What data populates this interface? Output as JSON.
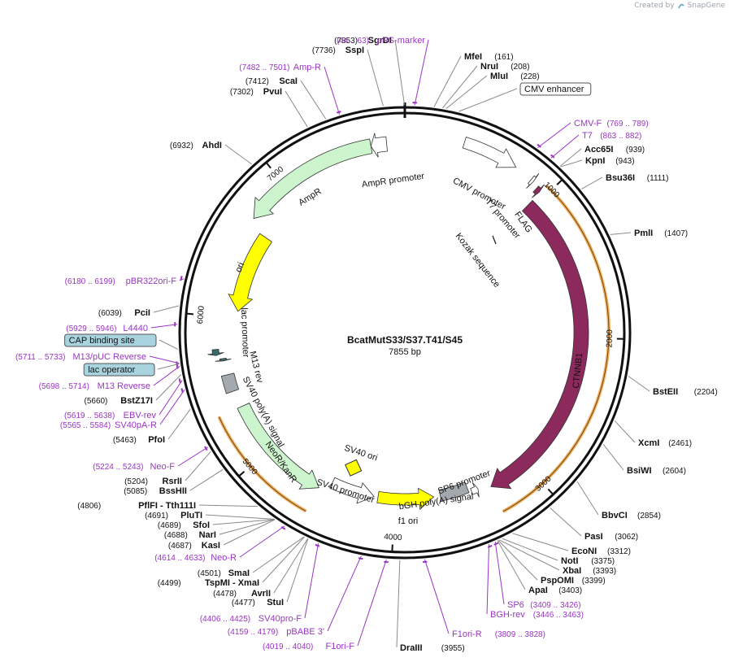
{
  "credit": {
    "created_by": "Created by",
    "brand": "SnapGene",
    "logo_icon": "snapgene-logo-icon"
  },
  "plasmid": {
    "name": "BcatMutS33/S37.T41/S45",
    "size_label": "7855 bp",
    "length": 7855
  },
  "colors": {
    "ring": "#111111",
    "AmpR": "#cdf5cd",
    "ori": "#ffff00",
    "CTNNB1": "#8c2a5e",
    "promoter": "#ffffff",
    "polyA": "#a4a9af",
    "NeoR": "#cdf5cd",
    "orf": "#f0a040",
    "primer": "#9a35c4",
    "box_fill": "#a9d4df"
  },
  "ticks": [
    {
      "pos": 1000,
      "label": "1000"
    },
    {
      "pos": 2000,
      "label": "2000"
    },
    {
      "pos": 3000,
      "label": "3000"
    },
    {
      "pos": 4000,
      "label": "4000"
    },
    {
      "pos": 5000,
      "label": "5000"
    },
    {
      "pos": 6000,
      "label": "6000"
    },
    {
      "pos": 7000,
      "label": "7000"
    }
  ],
  "features": [
    {
      "name": "AmpR",
      "start": 6700,
      "end": 7630,
      "dir": -1,
      "type": "cds",
      "color": "#cdf5cd",
      "label": "AmpR"
    },
    {
      "name": "AmpR promoter",
      "start": 7630,
      "end": 7735,
      "dir": -1,
      "type": "promoter",
      "label": "AmpR promoter"
    },
    {
      "name": "ori",
      "start": 6050,
      "end": 6640,
      "dir": -1,
      "type": "ori",
      "color": "#ffff00",
      "label": "ori"
    },
    {
      "name": "CMV promoter",
      "start": 380,
      "end": 740,
      "dir": 1,
      "type": "promoter",
      "label": "CMV promoter"
    },
    {
      "name": "T7 promoter",
      "start": 863,
      "end": 882,
      "dir": 1,
      "type": "promoter",
      "label": "T7 promoter"
    },
    {
      "name": "FLAG",
      "start": 925,
      "end": 955,
      "dir": 1,
      "type": "tag",
      "color": "#8c2a5e",
      "label": "FLAG"
    },
    {
      "name": "CTNNB1",
      "start": 960,
      "end": 3290,
      "dir": 1,
      "type": "cds",
      "color": "#8c2a5e",
      "label": "CTNNB1"
    },
    {
      "name": "SP6 promoter",
      "start": 3380,
      "end": 3430,
      "dir": -1,
      "type": "promoter",
      "label": "SP6 promoter"
    },
    {
      "name": "bGH poly(A) signal",
      "start": 3450,
      "end": 3660,
      "dir": 0,
      "type": "polyA",
      "label": "bGH poly(A) signal"
    },
    {
      "name": "f1 ori",
      "start": 3710,
      "end": 4130,
      "dir": -1,
      "type": "ori",
      "color": "#ffff00",
      "label": "f1 ori"
    },
    {
      "name": "SV40 promoter",
      "start": 4160,
      "end": 4490,
      "dir": -1,
      "type": "promoter",
      "label": "SV40 promoter"
    },
    {
      "name": "NeoR/KanR",
      "start": 4560,
      "end": 5360,
      "dir": -1,
      "type": "cds",
      "color": "#cdf5cd",
      "label": "NeoR/KanR"
    },
    {
      "name": "SV40 poly(A) signal",
      "start": 5480,
      "end": 5600,
      "dir": 0,
      "type": "polyA",
      "label": "SV40 poly(A) signal"
    },
    {
      "name": "M13 rev",
      "start": 5698,
      "end": 5714,
      "dir": -1,
      "type": "primerbind",
      "label": "M13 rev"
    },
    {
      "name": "lac promoter",
      "start": 5740,
      "end": 5780,
      "dir": -1,
      "type": "small",
      "label": "lac promoter"
    },
    {
      "name": "SV40 ori",
      "start": 0,
      "end": 0,
      "dir": 0,
      "type": "free",
      "color": "#ffff00",
      "label": "SV40 ori"
    },
    {
      "name": "Kozak sequence",
      "start": 0,
      "end": 0,
      "dir": 0,
      "type": "free",
      "label": "Kozak sequence"
    }
  ],
  "orf_arcs": [
    {
      "start": 960,
      "end": 3300,
      "dir": 1
    },
    {
      "start": 4560,
      "end": 5360,
      "dir": -1
    }
  ],
  "labels_right": [
    {
      "text": "MfeI",
      "pos_text": "(161)",
      "site": 161,
      "kind": "enzyme"
    },
    {
      "text": "NruI",
      "pos_text": "(208)",
      "site": 208,
      "kind": "enzyme"
    },
    {
      "text": "MluI",
      "pos_text": "(228)",
      "site": 228,
      "kind": "enzyme"
    },
    {
      "text": "CMV enhancer",
      "pos_text": "",
      "site": 300,
      "kind": "boxed-white"
    },
    {
      "text": "CMV-F",
      "pos_text": "(769 .. 789)",
      "site": 779,
      "kind": "primer"
    },
    {
      "text": "T7",
      "pos_text": "(863 .. 882)",
      "site": 872,
      "kind": "primer"
    },
    {
      "text": "Acc65I",
      "pos_text": "(939)",
      "site": 939,
      "kind": "enzyme"
    },
    {
      "text": "KpnI",
      "pos_text": "(943)",
      "site": 943,
      "kind": "enzyme"
    },
    {
      "text": "Bsu36I",
      "pos_text": "(1111)",
      "site": 1111,
      "kind": "enzyme"
    },
    {
      "text": "PmlI",
      "pos_text": "(1407)",
      "site": 1407,
      "kind": "enzyme"
    },
    {
      "text": "BstEII",
      "pos_text": "(2204)",
      "site": 2204,
      "kind": "enzyme"
    },
    {
      "text": "XcmI",
      "pos_text": "(2461)",
      "site": 2461,
      "kind": "enzyme"
    },
    {
      "text": "BsiWI",
      "pos_text": "(2604)",
      "site": 2604,
      "kind": "enzyme"
    },
    {
      "text": "BbvCI",
      "pos_text": "(2854)",
      "site": 2854,
      "kind": "enzyme"
    },
    {
      "text": "PasI",
      "pos_text": "(3062)",
      "site": 3062,
      "kind": "enzyme"
    },
    {
      "text": "EcoNI",
      "pos_text": "(3312)",
      "site": 3312,
      "kind": "enzyme"
    },
    {
      "text": "NotI",
      "pos_text": "(3375)",
      "site": 3375,
      "kind": "enzyme"
    },
    {
      "text": "XbaI",
      "pos_text": "(3393)",
      "site": 3393,
      "kind": "enzyme"
    },
    {
      "text": "PspOMI",
      "pos_text": "(3399)",
      "site": 3399,
      "kind": "enzyme"
    },
    {
      "text": "ApaI",
      "pos_text": "(3403)",
      "site": 3403,
      "kind": "enzyme"
    },
    {
      "text": "SP6",
      "pos_text": "(3409 .. 3426)",
      "site": 3417,
      "kind": "primer"
    },
    {
      "text": "BGH-rev",
      "pos_text": "(3446 .. 3463)",
      "site": 3454,
      "kind": "primer"
    },
    {
      "text": "F1ori-R",
      "pos_text": "(3809 .. 3828)",
      "site": 3818,
      "kind": "primer"
    },
    {
      "text": "DraIII",
      "pos_text": "(3955)",
      "site": 3955,
      "kind": "enzyme"
    }
  ],
  "labels_left": [
    {
      "text": "SgrDI",
      "pos_text": "(7853)",
      "site": 7853,
      "kind": "enzyme"
    },
    {
      "text": "SspI",
      "pos_text": "(7736)",
      "site": 7736,
      "kind": "enzyme"
    },
    {
      "text": "pRS-marker",
      "pos_text": "(44 .. 63)",
      "site": 54,
      "kind": "primer"
    },
    {
      "text": "Amp-R",
      "pos_text": "(7482 .. 7501)",
      "site": 7491,
      "kind": "primer"
    },
    {
      "text": "ScaI",
      "pos_text": "(7412)",
      "site": 7412,
      "kind": "enzyme"
    },
    {
      "text": "PvuI",
      "pos_text": "(7302)",
      "site": 7302,
      "kind": "enzyme"
    },
    {
      "text": "AhdI",
      "pos_text": "(6932)",
      "site": 6932,
      "kind": "enzyme"
    },
    {
      "text": "pBR322ori-F",
      "pos_text": "(6180 .. 6199)",
      "site": 6190,
      "kind": "primer"
    },
    {
      "text": "PciI",
      "pos_text": "(6039)",
      "site": 6039,
      "kind": "enzyme"
    },
    {
      "text": "L4440",
      "pos_text": "(5929 .. 5946)",
      "site": 5937,
      "kind": "primer"
    },
    {
      "text": "CAP binding site",
      "pos_text": "",
      "site": 5800,
      "kind": "boxed"
    },
    {
      "text": "M13/pUC Reverse",
      "pos_text": "(5711 .. 5733)",
      "site": 5722,
      "kind": "primer"
    },
    {
      "text": "lac operator",
      "pos_text": "",
      "site": 5720,
      "kind": "boxed"
    },
    {
      "text": "M13 Reverse",
      "pos_text": "(5698 .. 5714)",
      "site": 5706,
      "kind": "primer"
    },
    {
      "text": "BstZ17I",
      "pos_text": "(5660)",
      "site": 5660,
      "kind": "enzyme"
    },
    {
      "text": "EBV-rev",
      "pos_text": "(5619 .. 5638)",
      "site": 5628,
      "kind": "primer"
    },
    {
      "text": "SV40pA-R",
      "pos_text": "(5565 .. 5584)",
      "site": 5574,
      "kind": "primer"
    },
    {
      "text": "PfoI",
      "pos_text": "(5463)",
      "site": 5463,
      "kind": "enzyme"
    },
    {
      "text": "Neo-F",
      "pos_text": "(5224 .. 5243)",
      "site": 5233,
      "kind": "primer"
    },
    {
      "text": "RsrII",
      "pos_text": "(5204)",
      "site": 5204,
      "kind": "enzyme"
    },
    {
      "text": "BssHII",
      "pos_text": "(5085)",
      "site": 5085,
      "kind": "enzyme"
    },
    {
      "text": "PflFI  - Tth111I",
      "pos_text": "(4806)",
      "site": 4806,
      "kind": "enzyme"
    },
    {
      "text": "PluTI",
      "pos_text": "(4691)",
      "site": 4691,
      "kind": "enzyme"
    },
    {
      "text": "SfoI",
      "pos_text": "(4689)",
      "site": 4689,
      "kind": "enzyme"
    },
    {
      "text": "NarI",
      "pos_text": "(4688)",
      "site": 4688,
      "kind": "enzyme"
    },
    {
      "text": "KasI",
      "pos_text": "(4687)",
      "site": 4687,
      "kind": "enzyme"
    },
    {
      "text": "Neo-R",
      "pos_text": "(4614 .. 4633)",
      "site": 4623,
      "kind": "primer"
    },
    {
      "text": "SmaI",
      "pos_text": "(4501)",
      "site": 4501,
      "kind": "enzyme"
    },
    {
      "text": "TspMI  - XmaI",
      "pos_text": "(4499)",
      "site": 4499,
      "kind": "enzyme"
    },
    {
      "text": "AvrII",
      "pos_text": "(4478)",
      "site": 4478,
      "kind": "enzyme"
    },
    {
      "text": "StuI",
      "pos_text": "(4477)",
      "site": 4477,
      "kind": "enzyme"
    },
    {
      "text": "SV40pro-F",
      "pos_text": "(4406 .. 4425)",
      "site": 4415,
      "kind": "primer"
    },
    {
      "text": "pBABE 3'",
      "pos_text": "(4159 .. 4179)",
      "site": 4169,
      "kind": "primer"
    },
    {
      "text": "F1ori-F",
      "pos_text": "(4019 .. 4040)",
      "site": 4029,
      "kind": "primer"
    }
  ]
}
